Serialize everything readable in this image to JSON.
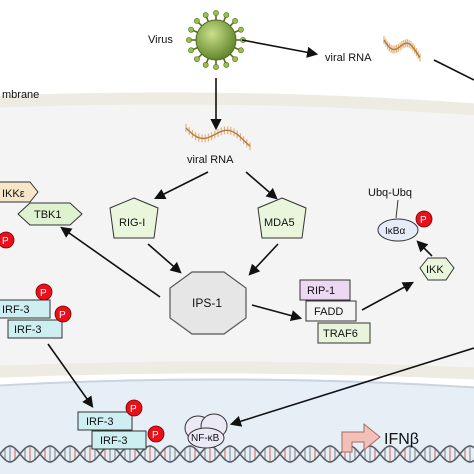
{
  "labels": {
    "virus": "Virus",
    "viral_rna_outside": "viral RNA",
    "membrane": "mbrane",
    "viral_rna_inside": "viral RNA",
    "ikke": "IKKε",
    "tbk1": "TBK1",
    "rig_i": "RIG-I",
    "mda5": "MDA5",
    "ips1": "IPS-1",
    "rip1": "RIP-1",
    "fadd": "FADD",
    "traf6": "TRAF6",
    "ubq": "Ubq-Ubq",
    "ikba": "IκBα",
    "ikk": "IKK",
    "irf3_a": "IRF-3",
    "irf3_b": "IRF-3",
    "irf3_c": "IRF-3",
    "irf3_d": "IRF-3",
    "nfkb": "NF-κB",
    "ifnb": "IFNβ",
    "phospho": "P"
  },
  "colors": {
    "virus": "#7fa33a",
    "membrane_outer": "#ece7dc",
    "cytoplasm": "#f2f2f2",
    "nucleus": "#dfe9f3",
    "ikke_fill": "#f6e7c8",
    "tbk1_fill": "#dff2d0",
    "rig_fill": "#e9f6dc",
    "ips1_fill": "#e4e4e4",
    "rip1_fill": "#ecd8f2",
    "fadd_fill": "#f4f4f4",
    "traf6_fill": "#e9f4dc",
    "ikba_fill": "#e6ebf8",
    "ikk_fill": "#e9f6dc",
    "irf3_fill": "#cdeff2",
    "phospho_fill": "#e8101a",
    "nfkb_fill": "#ece9f6",
    "promoter_arrow": "#f2c0b8",
    "rna_strand": "#c8935a"
  }
}
